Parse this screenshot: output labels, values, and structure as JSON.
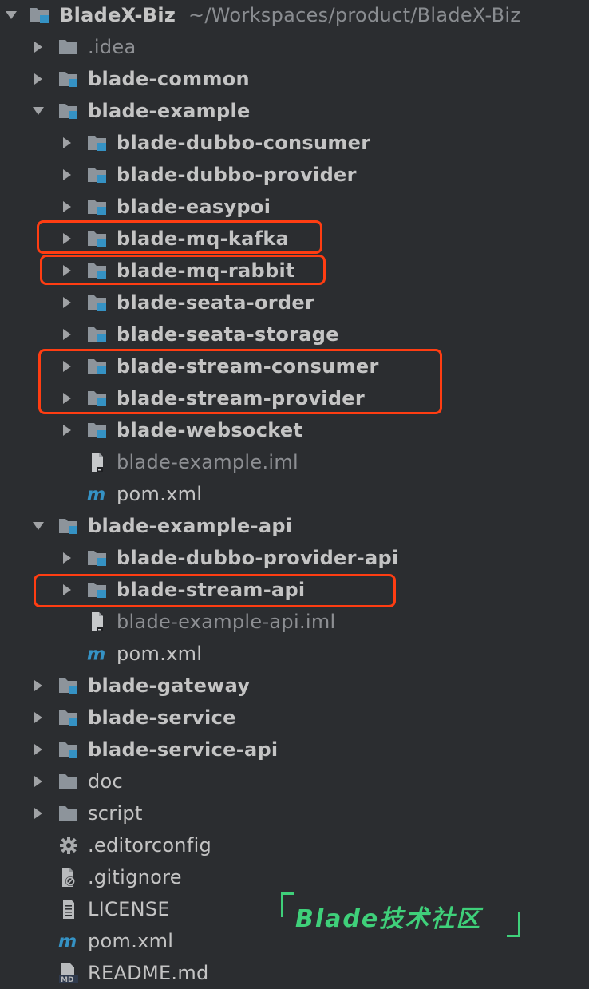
{
  "root": {
    "name": "BladeX-Biz",
    "path": "~/Workspaces/product/BladeX-Biz"
  },
  "tree": [
    {
      "label": "BladeX-Biz",
      "depth": 0,
      "icon": "module-folder-icon",
      "expanded": true,
      "bold": true
    },
    {
      "label": ".idea",
      "depth": 1,
      "icon": "folder-icon",
      "expanded": false,
      "style": "dim"
    },
    {
      "label": "blade-common",
      "depth": 1,
      "icon": "module-folder-icon",
      "expanded": false,
      "bold": true
    },
    {
      "label": "blade-example",
      "depth": 1,
      "icon": "module-folder-icon",
      "expanded": true,
      "bold": true
    },
    {
      "label": "blade-dubbo-consumer",
      "depth": 2,
      "icon": "module-folder-icon",
      "expanded": false,
      "bold": true
    },
    {
      "label": "blade-dubbo-provider",
      "depth": 2,
      "icon": "module-folder-icon",
      "expanded": false,
      "bold": true
    },
    {
      "label": "blade-easypoi",
      "depth": 2,
      "icon": "module-folder-icon",
      "expanded": false,
      "bold": true
    },
    {
      "label": "blade-mq-kafka",
      "depth": 2,
      "icon": "module-folder-icon",
      "expanded": false,
      "bold": true
    },
    {
      "label": "blade-mq-rabbit",
      "depth": 2,
      "icon": "module-folder-icon",
      "expanded": false,
      "bold": true
    },
    {
      "label": "blade-seata-order",
      "depth": 2,
      "icon": "module-folder-icon",
      "expanded": false,
      "bold": true
    },
    {
      "label": "blade-seata-storage",
      "depth": 2,
      "icon": "module-folder-icon",
      "expanded": false,
      "bold": true
    },
    {
      "label": "blade-stream-consumer",
      "depth": 2,
      "icon": "module-folder-icon",
      "expanded": false,
      "bold": true
    },
    {
      "label": "blade-stream-provider",
      "depth": 2,
      "icon": "module-folder-icon",
      "expanded": false,
      "bold": true
    },
    {
      "label": "blade-websocket",
      "depth": 2,
      "icon": "module-folder-icon",
      "expanded": false,
      "bold": true
    },
    {
      "label": "blade-example.iml",
      "depth": 2,
      "icon": "iml-file-icon",
      "leaf": true,
      "style": "dim"
    },
    {
      "label": "pom.xml",
      "depth": 2,
      "icon": "maven-icon",
      "leaf": true
    },
    {
      "label": "blade-example-api",
      "depth": 1,
      "icon": "module-folder-icon",
      "expanded": true,
      "bold": true
    },
    {
      "label": "blade-dubbo-provider-api",
      "depth": 2,
      "icon": "module-folder-icon",
      "expanded": false,
      "bold": true
    },
    {
      "label": "blade-stream-api",
      "depth": 2,
      "icon": "module-folder-icon",
      "expanded": false,
      "bold": true
    },
    {
      "label": "blade-example-api.iml",
      "depth": 2,
      "icon": "iml-file-icon",
      "leaf": true,
      "style": "dim"
    },
    {
      "label": "pom.xml",
      "depth": 2,
      "icon": "maven-icon",
      "leaf": true
    },
    {
      "label": "blade-gateway",
      "depth": 1,
      "icon": "module-folder-icon",
      "expanded": false,
      "bold": true
    },
    {
      "label": "blade-service",
      "depth": 1,
      "icon": "module-folder-icon",
      "expanded": false,
      "bold": true
    },
    {
      "label": "blade-service-api",
      "depth": 1,
      "icon": "module-folder-icon",
      "expanded": false,
      "bold": true
    },
    {
      "label": "doc",
      "depth": 1,
      "icon": "folder-icon",
      "expanded": false
    },
    {
      "label": "script",
      "depth": 1,
      "icon": "folder-icon",
      "expanded": false
    },
    {
      "label": ".editorconfig",
      "depth": 1,
      "icon": "gear-icon",
      "leaf": true
    },
    {
      "label": ".gitignore",
      "depth": 1,
      "icon": "ignore-file-icon",
      "leaf": true
    },
    {
      "label": "LICENSE",
      "depth": 1,
      "icon": "text-file-icon",
      "leaf": true
    },
    {
      "label": "pom.xml",
      "depth": 1,
      "icon": "maven-icon",
      "leaf": true
    },
    {
      "label": "README.md",
      "depth": 1,
      "icon": "markdown-icon",
      "leaf": true
    }
  ],
  "highlight_color": "#ff3d12",
  "module_badge_color": "#3592c4",
  "watermark": {
    "text": "Blade技术社区",
    "color": "#3fd07a"
  }
}
